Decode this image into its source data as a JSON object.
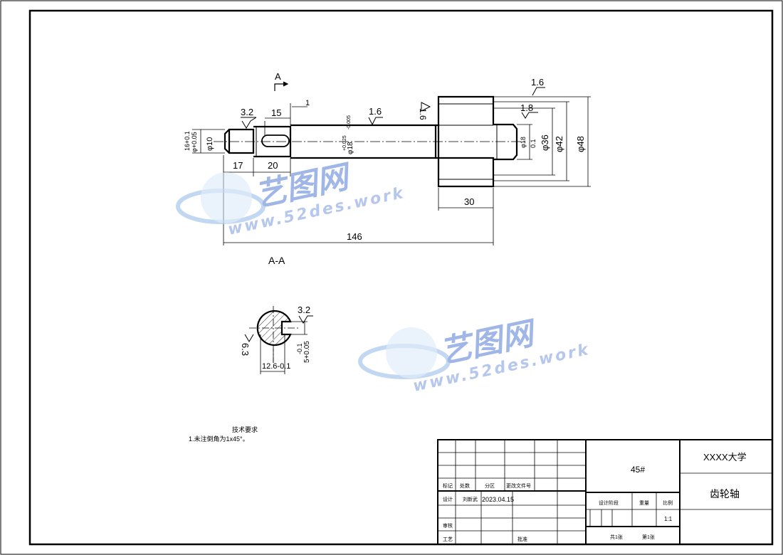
{
  "section_labels": {
    "cut_marker": "A",
    "section": "A-A"
  },
  "dimensions": {
    "d10": "φ10",
    "d10_tol": "16+0.1",
    "d10_tol2": "φ+0.05",
    "len15": "15",
    "len1": "1",
    "len17": "17",
    "len20": "20",
    "len30": "30",
    "len146": "146",
    "d18": "φ18",
    "d18_tol": "+0.025",
    "d18_tol2": "-0.005",
    "d36": "φ36",
    "d42": "φ42",
    "d48": "φ48",
    "d18b": "φ18",
    "d18b_tol": "0.1",
    "sec_w": "12.6-0.1",
    "sec_slot": "5+0.05",
    "sec_slot2": "-0.1"
  },
  "roughness": {
    "r32": "3.2",
    "r16a": "1.6",
    "r16b": "1.6",
    "r16c": "1.6",
    "r18": "1.8",
    "sec_r32": "3.2",
    "sec_r63": "6.3"
  },
  "notes": {
    "title": "技术要求",
    "line1": "1.未注倒角为1x45°。"
  },
  "title_block": {
    "material": "45#",
    "university": "XXXX大学",
    "part_name": "齿轮轴",
    "col_mark": "标记",
    "col_count": "处数",
    "col_zone": "分区",
    "col_doc": "更改文件号",
    "designer_label": "设计",
    "designer": "刘新武",
    "date": "2023.04.15",
    "reviewer_label": "审核",
    "process_label": "工艺",
    "approve_label": "批准",
    "stage_label": "设计阶段",
    "weight_label": "重量",
    "scale_label": "比例",
    "scale": "1:1",
    "sheets_total": "共1张",
    "sheet_no": "第1张"
  },
  "watermark": {
    "cn": "艺图网",
    "url": "www.52des.work"
  }
}
